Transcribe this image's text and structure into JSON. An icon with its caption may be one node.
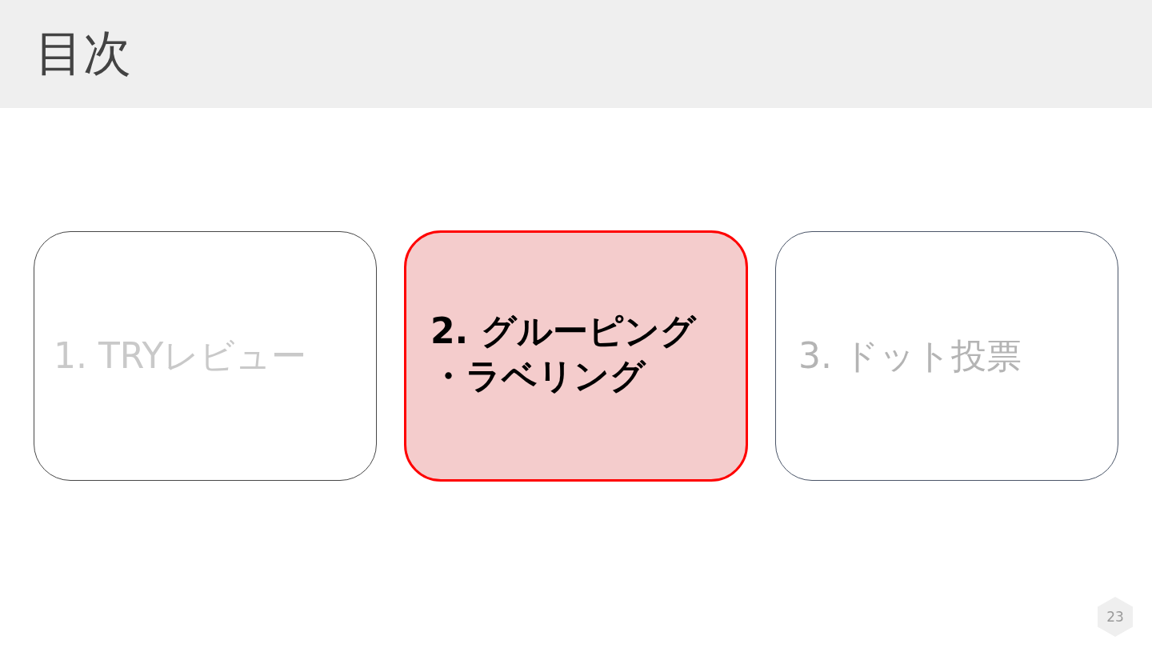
{
  "diagram": {
    "title": "目次",
    "nodes": [
      {
        "text": [
          "1. TRYレビュー"
        ]
      },
      {
        "text": [
          "2. グルーピング・ラベリング"
        ]
      },
      {
        "text": [
          "3. ドット投票"
        ]
      }
    ],
    "labels": [
      "23"
    ]
  }
}
